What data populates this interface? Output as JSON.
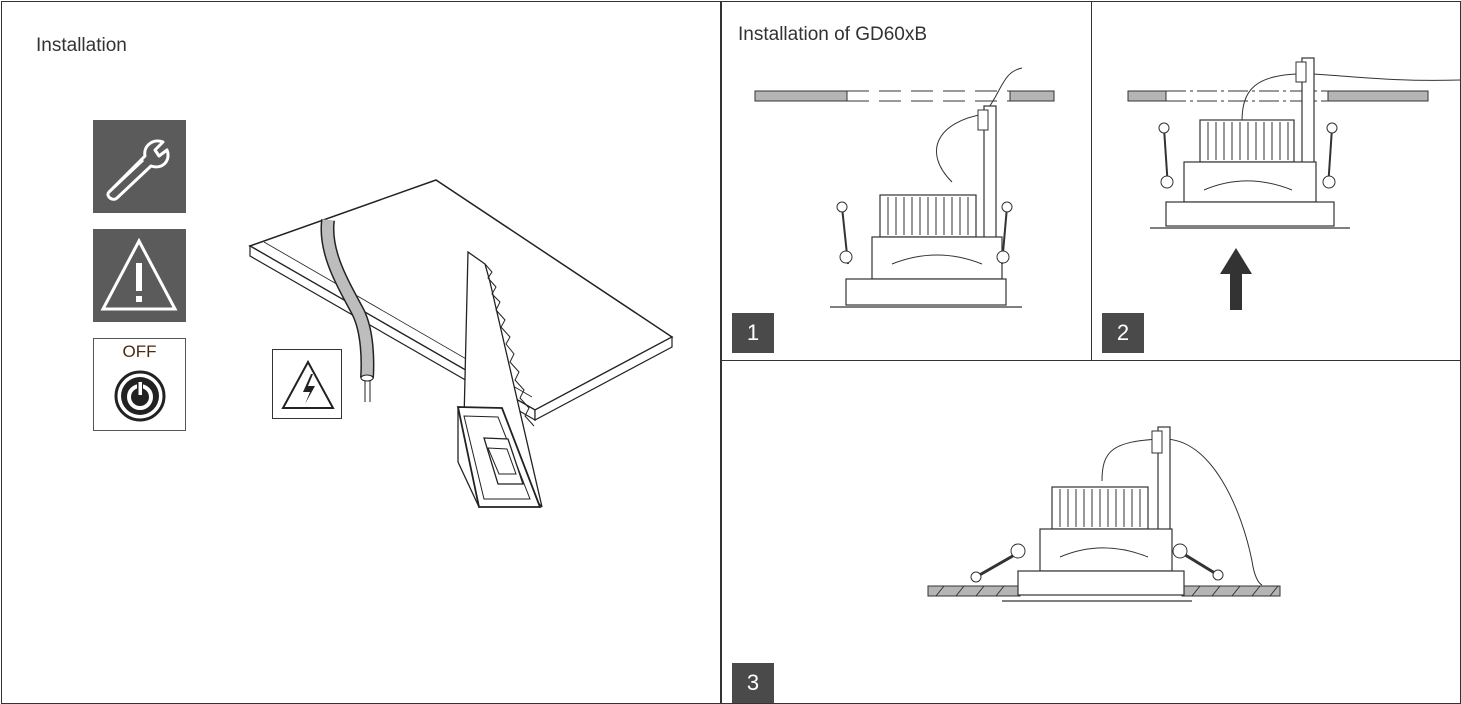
{
  "left_panel": {
    "title": "Installation",
    "icons": {
      "tools": "wrench-icon",
      "warning": "warning-icon",
      "power_off": "power-off-icon",
      "power_off_label": "OFF",
      "electric_hazard": "electric-hazard-icon"
    }
  },
  "right_panel": {
    "title": "Installation of GD60xB",
    "steps": [
      {
        "number": "1"
      },
      {
        "number": "2"
      },
      {
        "number": "3"
      }
    ]
  },
  "colors": {
    "border": "#333333",
    "icon_fill": "#5b5b5b",
    "step_badge": "#4a4a4a",
    "ceiling_fill": "#b5b5b5"
  }
}
